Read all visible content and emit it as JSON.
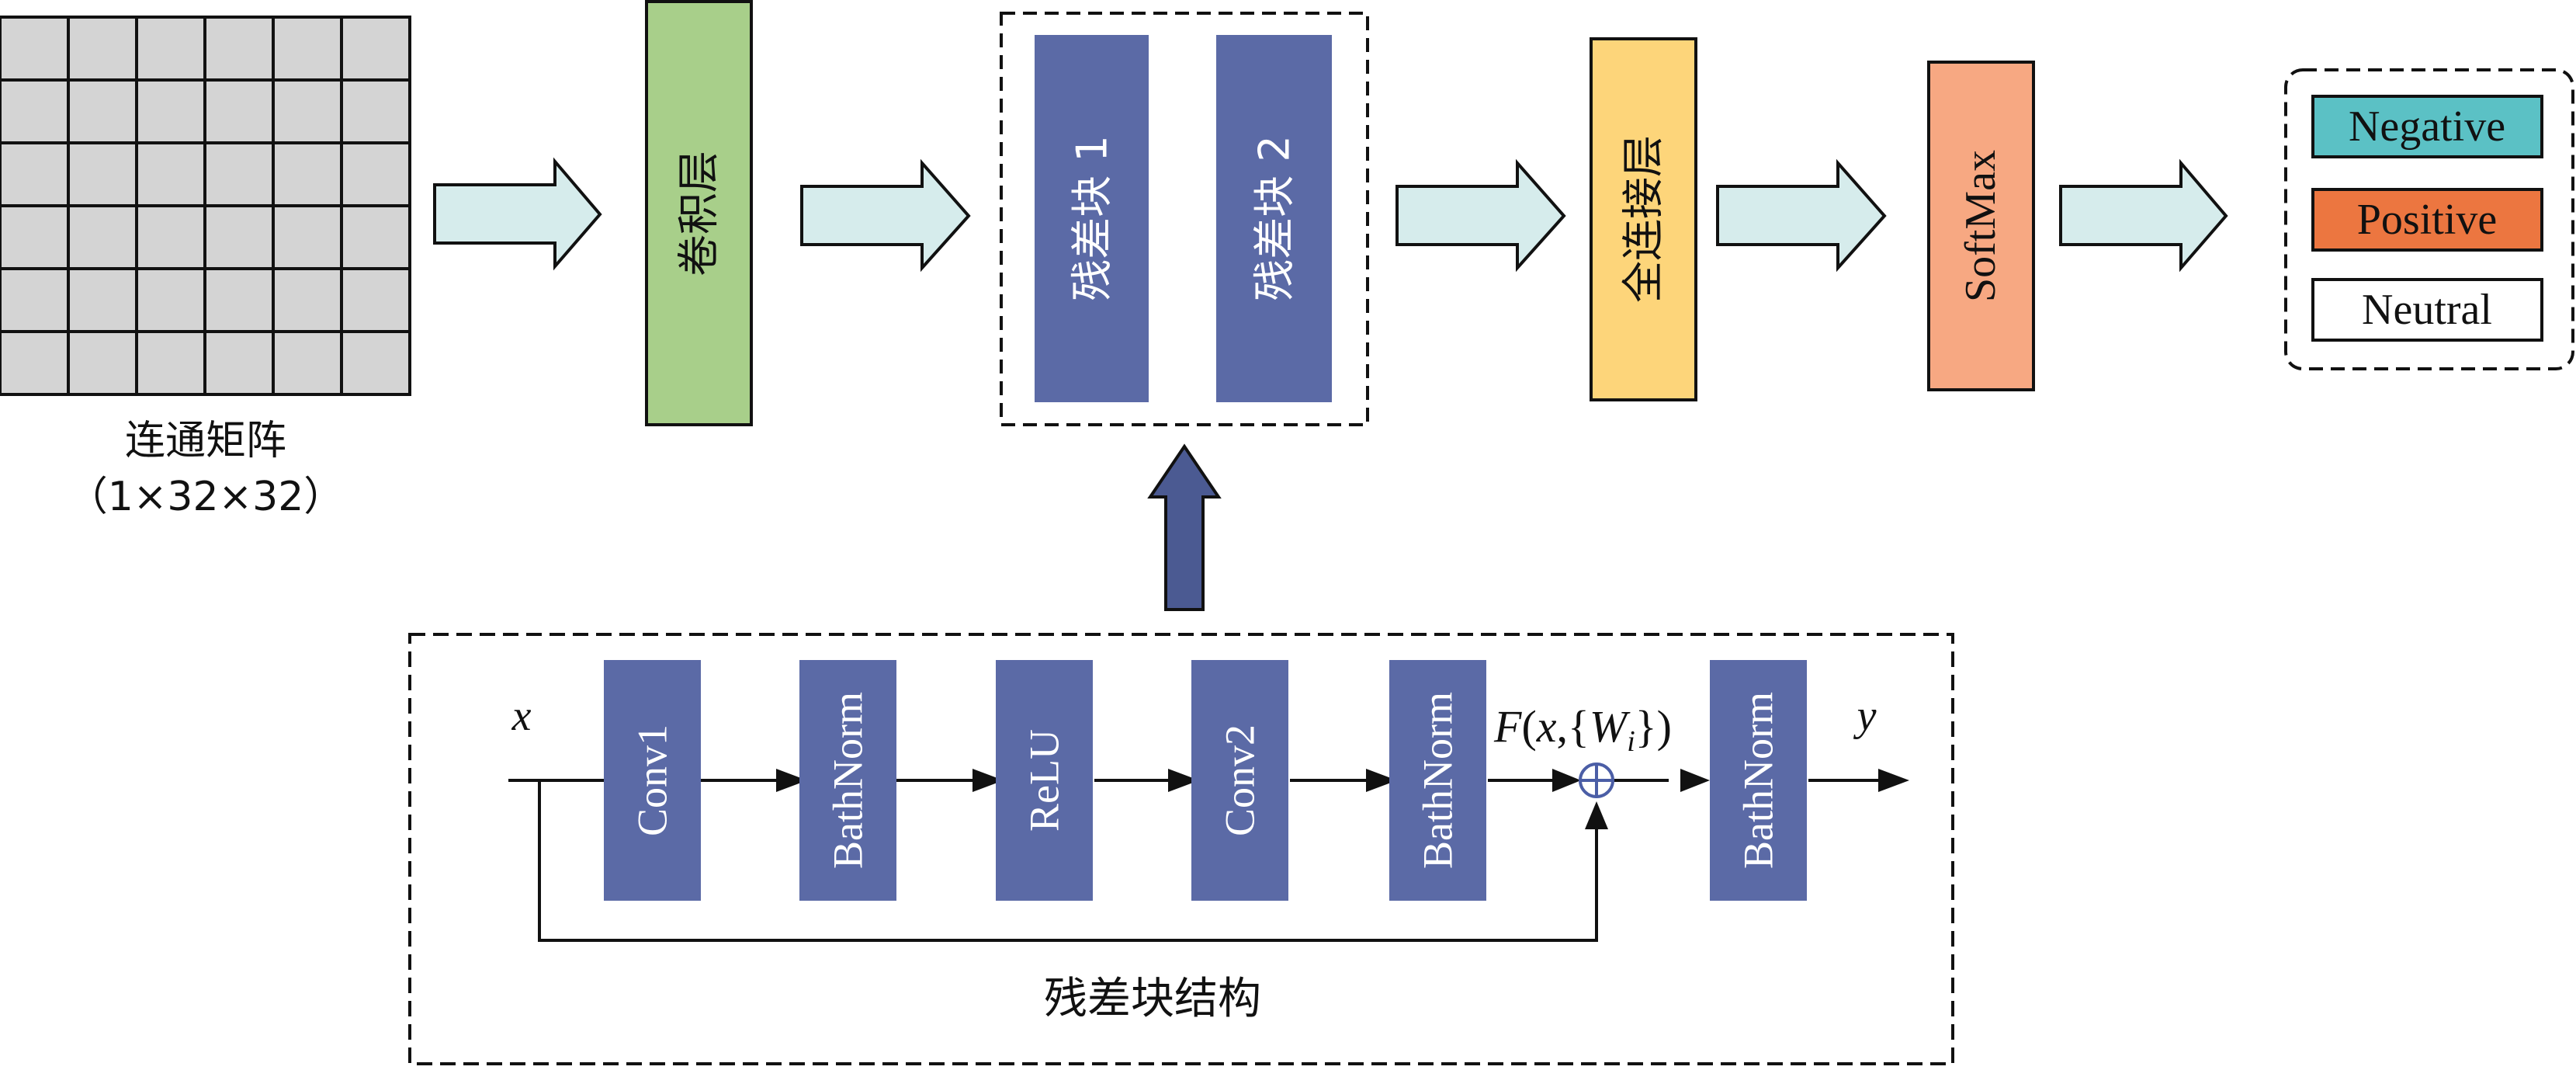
{
  "input": {
    "caption_line1": "连通矩阵",
    "caption_line2": "（1×32×32）"
  },
  "top_blocks": {
    "conv": "卷积层",
    "res1": "残差块 1",
    "res2": "残差块 2",
    "fc": "全连接层",
    "softmax": "SoftMax"
  },
  "outputs": [
    "Negative",
    "Positive",
    "Neutral"
  ],
  "residual_structure": {
    "caption": "残差块结构",
    "input_label": "x",
    "output_label": "y",
    "function_label": "F(x,{Wi})",
    "function_parts": {
      "F": "F",
      "open": "(",
      "x": "x",
      "comma": ",",
      "lbrace": "{",
      "W": "W",
      "i": "i",
      "rbrace": "}",
      "close": ")"
    },
    "blocks": [
      "Conv1",
      "BathNorm",
      "ReLU",
      "Conv2",
      "BathNorm",
      "BathNorm"
    ]
  },
  "colors": {
    "grid_fill": "#d4d4d4",
    "conv_fill": "#a8cf8a",
    "res_fill": "#5b6aa6",
    "fc_fill": "#fdd57a",
    "softmax_fill": "#f7a882",
    "negative_fill": "#5bc1c5",
    "positive_fill": "#ec7640",
    "neutral_fill": "#ffffff",
    "arrow_fill": "#d6ecec",
    "up_arrow_fill": "#4b5a92"
  }
}
